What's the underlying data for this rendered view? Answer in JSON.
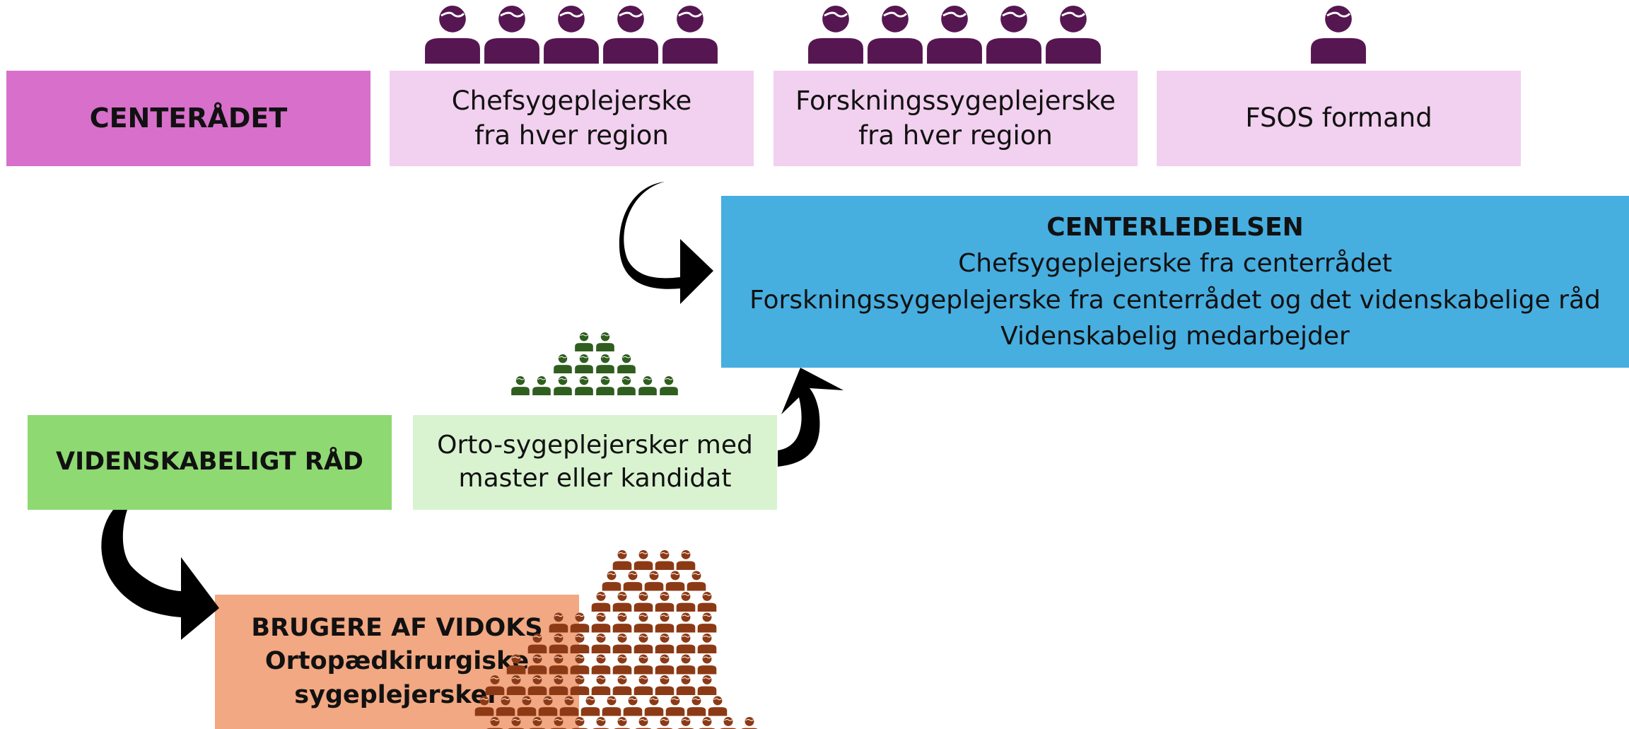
{
  "colors": {
    "centerraadet": "#d86fcb",
    "centerraadet_light": "#f2d0ef",
    "centerledelsen": "#47aee0",
    "videnskabeligt": "#8ed972",
    "videnskabeligt_light": "#d9f3d0",
    "brugere": "#f2a882",
    "people_purple": "#561651",
    "people_green": "#2f5e1f",
    "people_brown": "#8c3a16",
    "arrow": "#000000"
  },
  "centerraadet": {
    "title": "CENTERÅDET",
    "members": [
      {
        "lines": [
          "Chefsygeplejerske",
          "fra hver region"
        ],
        "people_count": 5
      },
      {
        "lines": [
          "Forskningssygeplejerske",
          "fra hver region"
        ],
        "people_count": 5
      },
      {
        "lines": [
          "FSOS formand"
        ],
        "people_count": 1
      }
    ]
  },
  "centerledelsen": {
    "title": "CENTERLEDELSEN",
    "lines": [
      "Chefsygeplejerske fra centerrådet",
      "Forskningssygeplejerske fra centerrådet og det videnskabelige råd",
      "Videnskabelig medarbejder"
    ]
  },
  "videnskabeligt_raad": {
    "title": "VIDENSKABELIGT RÅD",
    "member_lines": [
      "Orto-sygeplejersker med",
      "master eller kandidat"
    ],
    "people_rows": [
      2,
      4,
      8
    ]
  },
  "brugere": {
    "lines": [
      "BRUGERE AF VIDOKS",
      "Ortopædkirurgiske",
      "sygeplejersker"
    ],
    "people_rows": [
      4,
      5,
      6,
      8,
      9,
      10,
      11,
      12,
      13
    ]
  },
  "icons": {
    "person": "person-icon",
    "arrow": "curved-arrow-icon"
  }
}
